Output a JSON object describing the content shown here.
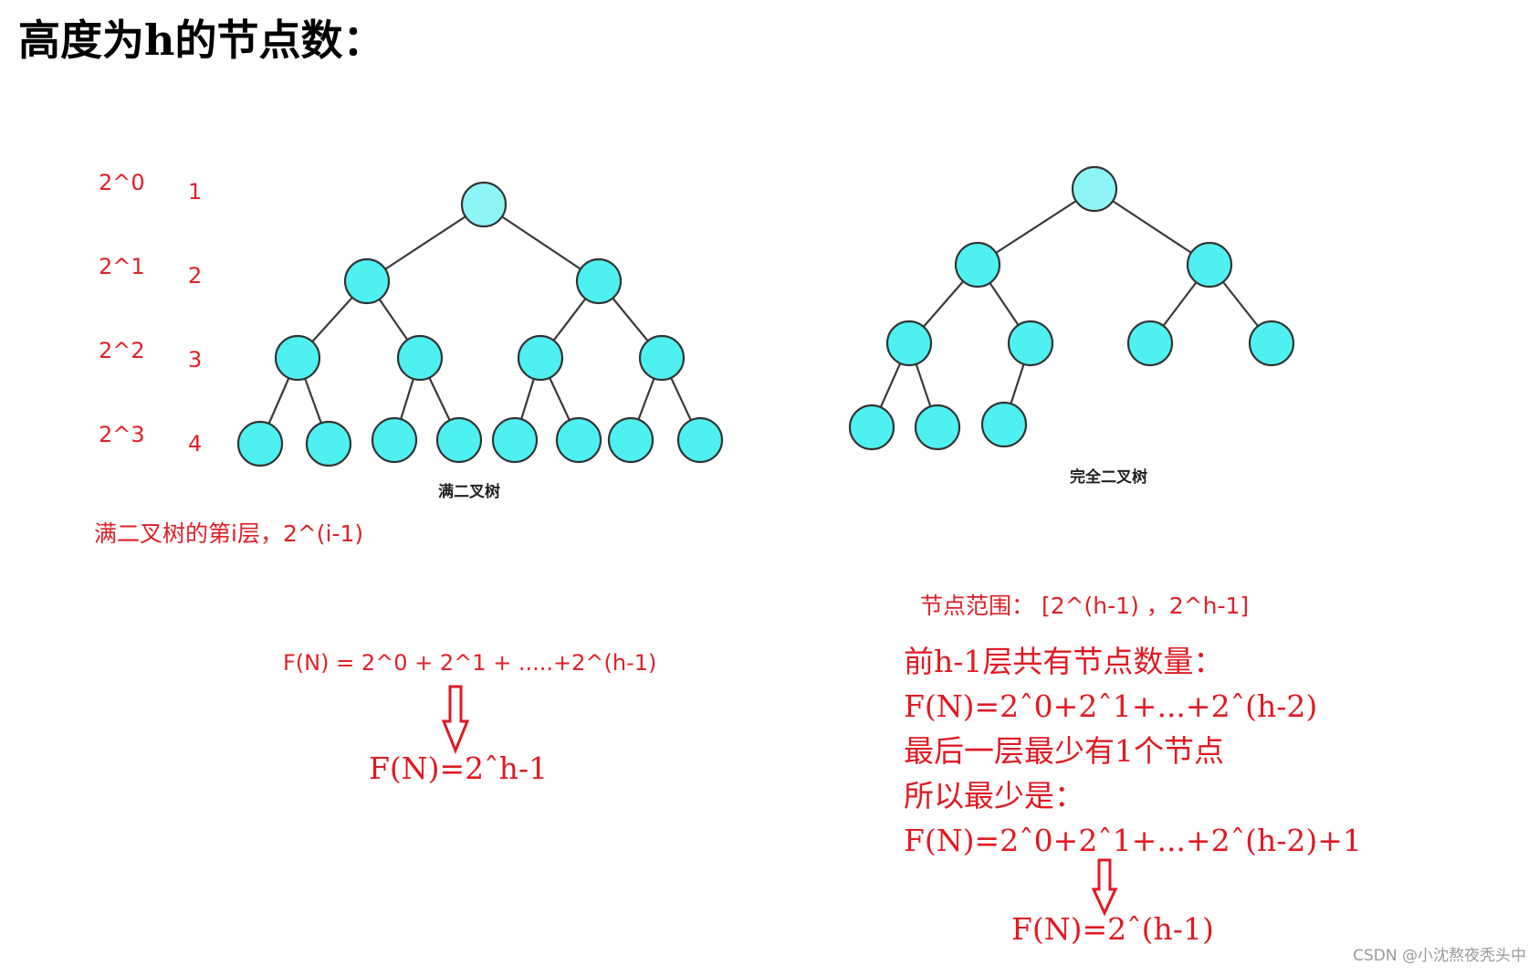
{
  "title": "高度为h的节点数：",
  "levels": {
    "powers": [
      "2^0",
      "2^1",
      "2^2",
      "2^3"
    ],
    "numbers": [
      "1",
      "2",
      "3",
      "4"
    ]
  },
  "full_tree": {
    "caption": "满二叉树",
    "note": "满二叉树的第i层，2^(i-1)",
    "formula1": "F(N) = 2^0 + 2^1 + .....+2^(h-1)",
    "formula2": "F(N)=2ˆh-1"
  },
  "complete_tree": {
    "caption": "完全二叉树",
    "range": "节点范围： [2^(h-1) ，2^h-1]",
    "lines": [
      "前h-1层共有节点数量：",
      "F(N)=2ˆ0+2ˆ1+...+2ˆ(h-2)",
      "最后一层最少有1个节点",
      "所以最少是：",
      "F(N)=2ˆ0+2ˆ1+...+2ˆ(h-2)+1"
    ],
    "result": "F(N)=2ˆ(h-1)"
  },
  "watermark": "CSDN @小沈熬夜秃头中",
  "colors": {
    "node_fill": "#4ff0f0",
    "root_fill": "#8ef5f5",
    "edge": "#3a3a3a",
    "accent_red": "#e0202a"
  }
}
